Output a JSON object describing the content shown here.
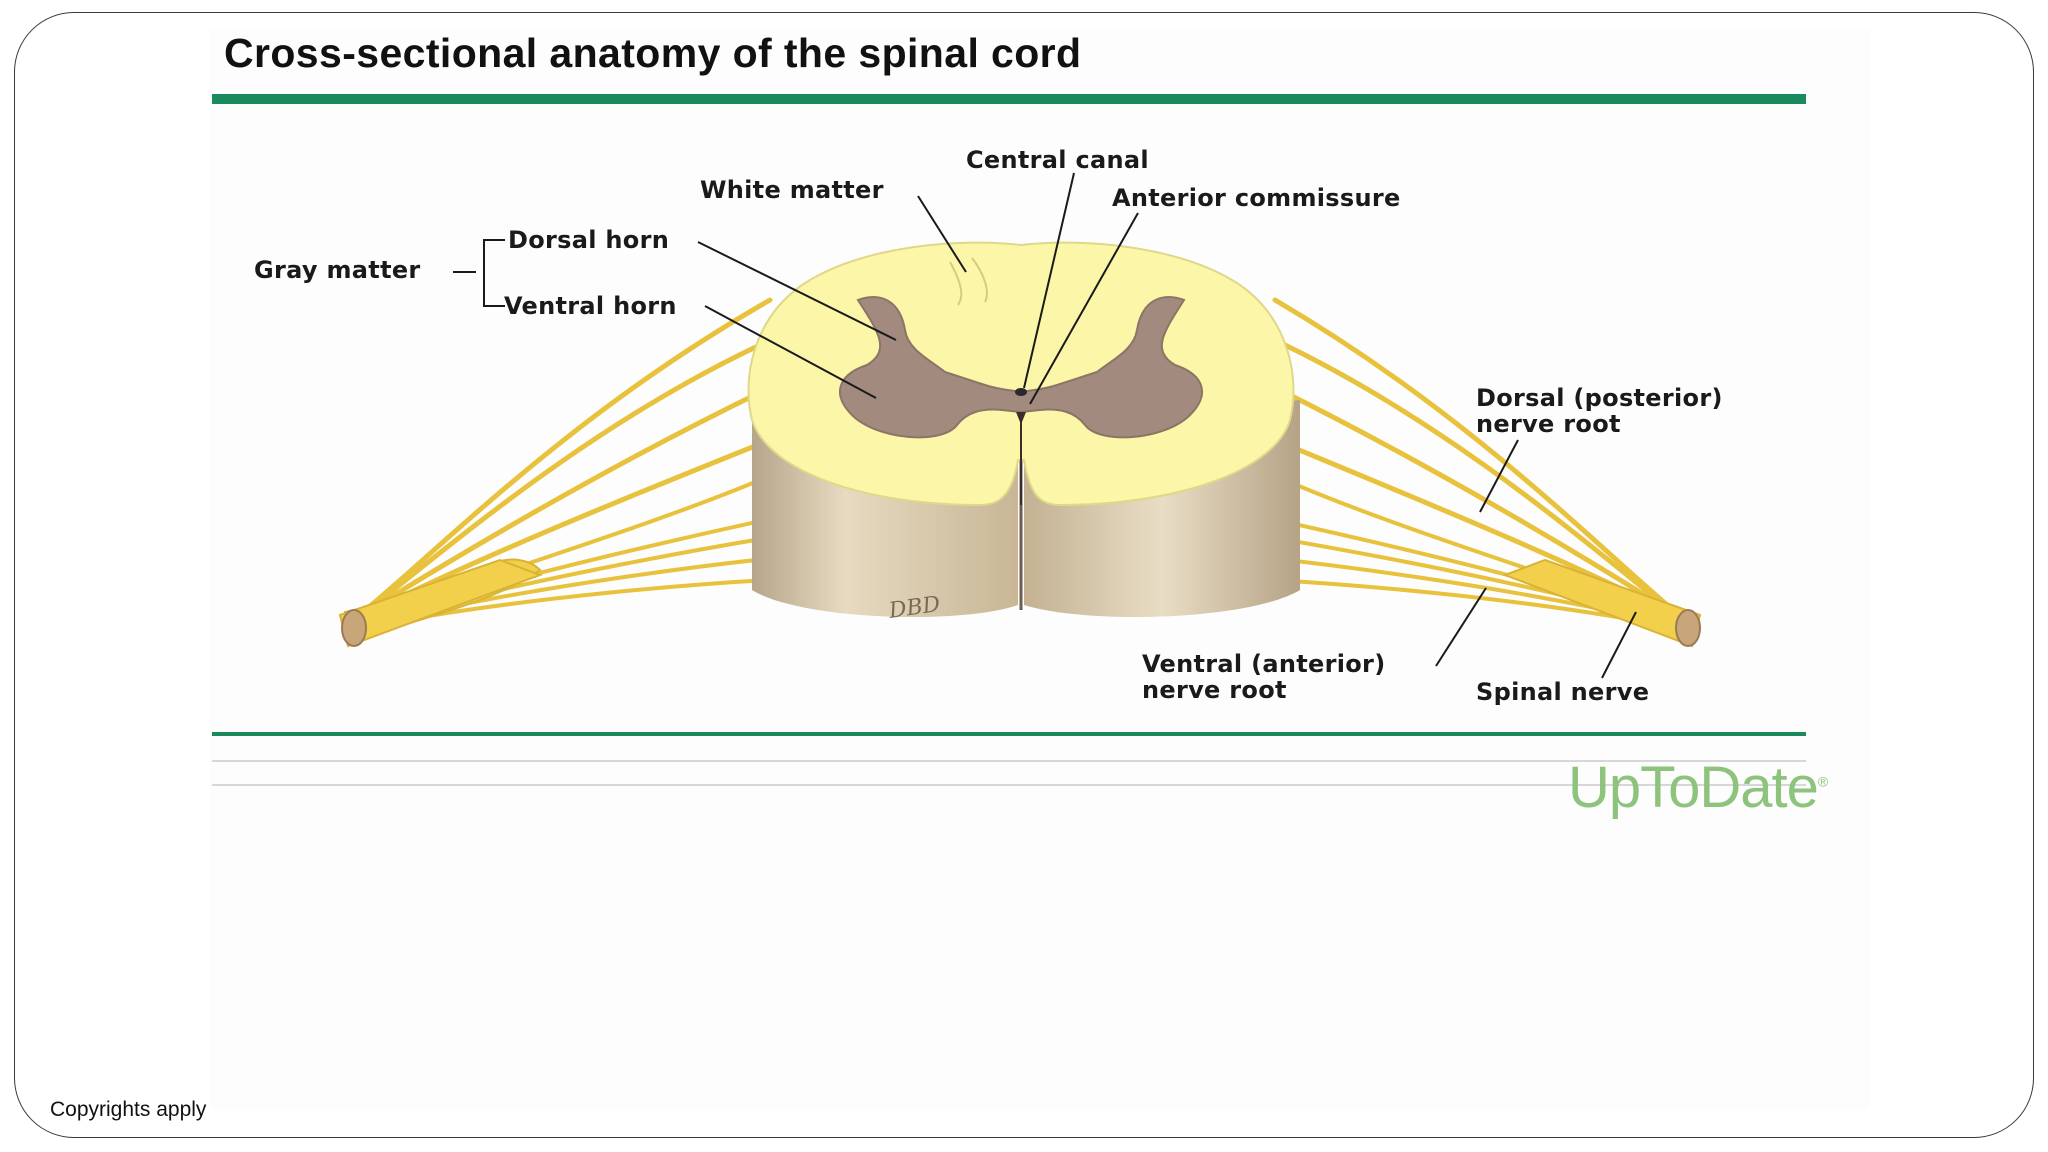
{
  "slide": {
    "title": "Cross-sectional anatomy of the spinal cord",
    "brand": "UpToDate",
    "brand_mark": "®",
    "copyright": "Copyrights apply"
  },
  "diagram": {
    "labels": {
      "central_canal": "Central canal",
      "white_matter": "White matter",
      "anterior_commissure": "Anterior commissure",
      "gray_matter": "Gray matter",
      "dorsal_horn": "Dorsal horn",
      "ventral_horn": "Ventral horn",
      "dorsal_root_line1": "Dorsal (posterior)",
      "dorsal_root_line2": "nerve root",
      "ventral_root_line1": "Ventral (anterior)",
      "ventral_root_line2": "nerve root",
      "spinal_nerve": "Spinal nerve",
      "artist_signature": "DBD"
    },
    "colors": {
      "white_matter": "#fbf6a8",
      "gray_matter": "#a28a7f",
      "cord_side": "#d8c9a8",
      "nerve": "#f2d04c",
      "rule": "#1a8a5c",
      "brand": "#8dc37d"
    }
  }
}
